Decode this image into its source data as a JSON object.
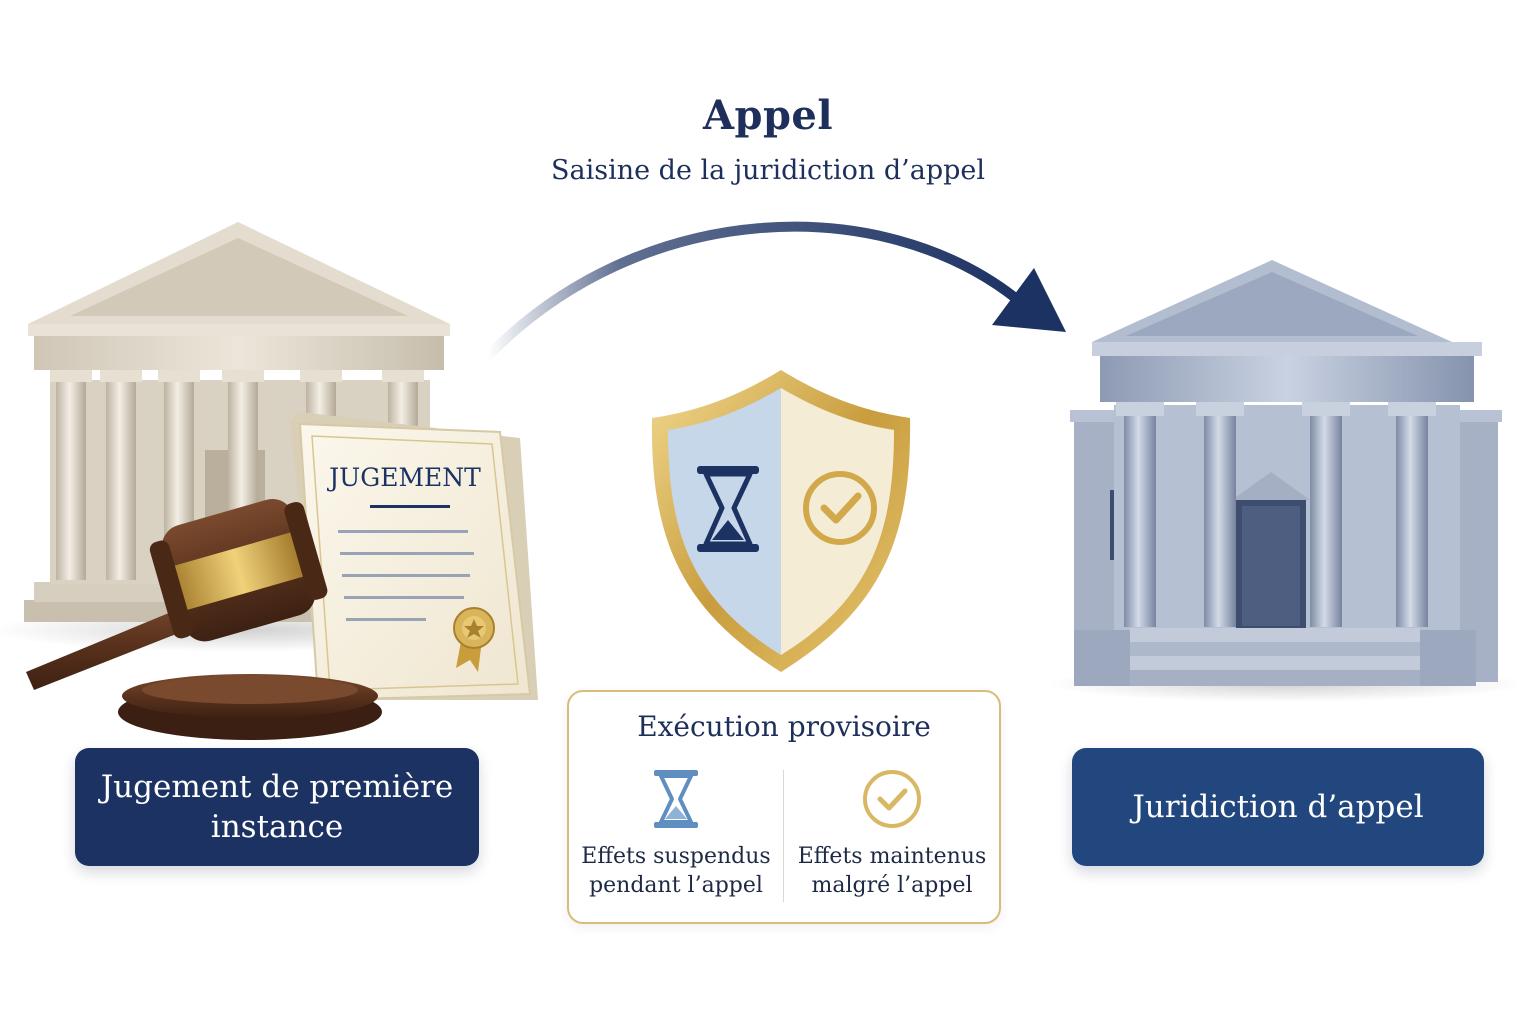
{
  "header": {
    "title": "Appel",
    "subtitle": "Saisine de la juridiction d’appel"
  },
  "first_instance": {
    "document_title": "JUGEMENT",
    "label": "Jugement de première instance"
  },
  "appeal_court": {
    "label": "Juridiction d’appel"
  },
  "provisional_execution": {
    "title": "Exécution provisoire",
    "suspended": {
      "icon": "hourglass-icon",
      "line1": "Effets suspendus",
      "line2": "pendant l’appel"
    },
    "maintained": {
      "icon": "check-circle-icon",
      "line1": "Effets maintenus",
      "line2": "malgré l’appel"
    }
  },
  "colors": {
    "navy": "#1c3263",
    "blue": "#21477e",
    "gold": "#d9bc78",
    "shield_blue": "#c7d7ea",
    "shield_cream": "#f5ecd6"
  }
}
